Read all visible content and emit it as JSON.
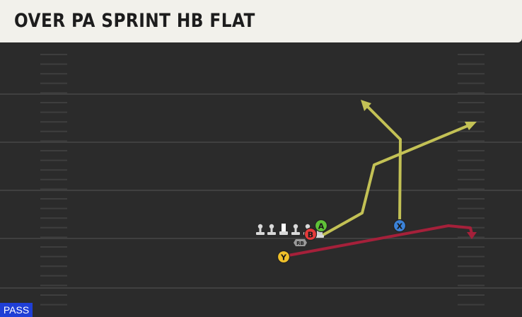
{
  "play": {
    "title": "OVER PA SPRINT HB FLAT",
    "formation_badge": "PASS"
  },
  "players": {
    "a": {
      "button": "A",
      "color": "#5fc338"
    },
    "b": {
      "button": "B",
      "color": "#e53a3a"
    },
    "x": {
      "button": "X",
      "color": "#3b82d8"
    },
    "y": {
      "button": "Y",
      "color": "#f0c12a"
    },
    "rb": {
      "label": "RB"
    }
  },
  "colors": {
    "field": "#2b2b2b",
    "yard_line": "#3f3f3f",
    "hash_mark": "#3d3d3d",
    "primary_route": "#c3c155",
    "handoff_route": "#a5203a",
    "badge": "#1f3fd6"
  },
  "icons": [
    "lineman-icon",
    "quarterback-icon",
    "arrow-head-icon"
  ]
}
